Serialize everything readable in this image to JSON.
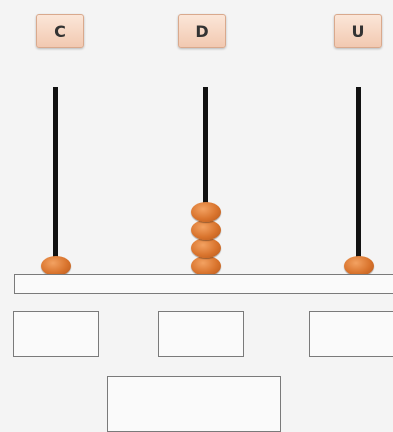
{
  "columns": [
    {
      "label": "C",
      "beads": 1
    },
    {
      "label": "D",
      "beads": 4
    },
    {
      "label": "U",
      "beads": 1
    }
  ],
  "answer_boxes": [
    "",
    "",
    ""
  ],
  "result_box": "",
  "colors": {
    "bead": "#d9742d",
    "rod": "#111111",
    "label_bg": "#f2c9b1"
  }
}
